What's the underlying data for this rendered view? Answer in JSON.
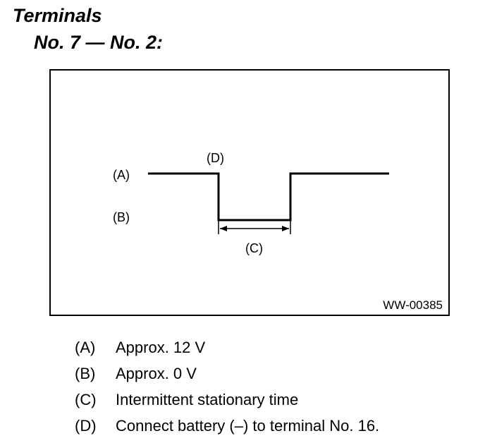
{
  "header": {
    "title": "Terminals",
    "subtitle": "No. 7 — No. 2:"
  },
  "diagram": {
    "labels": {
      "a": "(A)",
      "b": "(B)",
      "c": "(C)",
      "d": "(D)"
    },
    "code": "WW-00385"
  },
  "legend": {
    "items": [
      {
        "key": "(A)",
        "text": "Approx. 12 V"
      },
      {
        "key": "(B)",
        "text": "Approx. 0 V"
      },
      {
        "key": "(C)",
        "text": "Intermittent stationary time"
      },
      {
        "key": "(D)",
        "text": "Connect battery (–) to terminal No. 16."
      }
    ]
  }
}
